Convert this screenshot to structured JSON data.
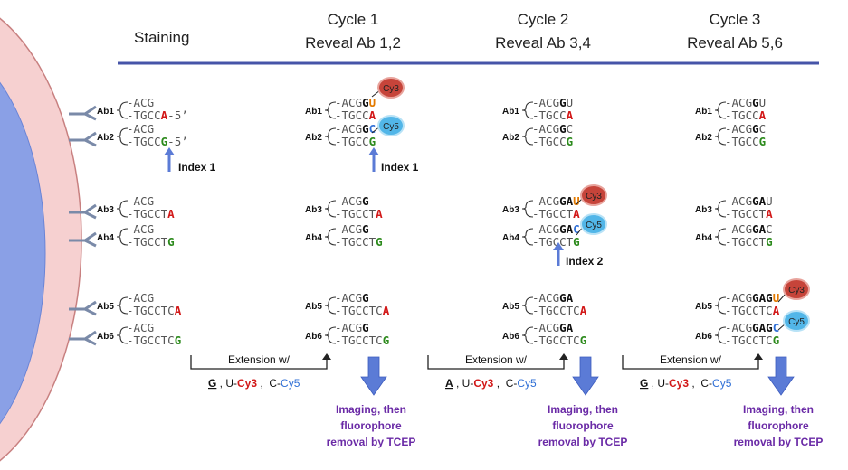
{
  "colors": {
    "header_line": "#4654a8",
    "cell_outer": "#f6d0d0",
    "cell_outer_stroke": "#c88080",
    "nucleus": "#8aa0e6",
    "nucleus_stroke": "#6a84d6",
    "antibody": "#7a8aa8",
    "red": "#d21818",
    "green": "#2c8a1c",
    "orange": "#e37a00",
    "blue": "#2f6fd6",
    "grey": "#555555",
    "black": "#111111",
    "arrow": "#5b7bd6",
    "cy3": "#c6443a",
    "cy5": "#52b6e8",
    "purple": "#6a2aa6"
  },
  "headers": {
    "staining": "Staining",
    "cycle1": "Cycle 1",
    "cycle1_sub": "Reveal Ab 1,2",
    "cycle2": "Cycle 2",
    "cycle2_sub": "Reveal Ab 3,4",
    "cycle3": "Cycle 3",
    "cycle3_sub": "Reveal Ab 5,6"
  },
  "ab_labels": [
    "Ab1",
    "Ab2",
    "Ab3",
    "Ab4",
    "Ab5",
    "Ab6"
  ],
  "columns": [
    {
      "name": "staining",
      "entries": [
        {
          "ab": "Ab1",
          "top": [
            [
              "-ACG",
              "grey"
            ]
          ],
          "bottom": [
            [
              "-TGCC",
              "grey"
            ],
            [
              "A",
              "red"
            ],
            [
              "-5’",
              "grey"
            ]
          ]
        },
        {
          "ab": "Ab2",
          "top": [
            [
              "-ACG",
              "grey"
            ]
          ],
          "bottom": [
            [
              "-TGC",
              "grey"
            ],
            [
              "C",
              "grey"
            ],
            [
              "G",
              "green"
            ],
            [
              "-5’",
              "grey"
            ]
          ]
        },
        {
          "ab": "Ab3",
          "top": [
            [
              "-ACG",
              "grey"
            ]
          ],
          "bottom": [
            [
              "-TGCCT",
              "grey"
            ],
            [
              "A",
              "red"
            ]
          ]
        },
        {
          "ab": "Ab4",
          "top": [
            [
              "-ACG",
              "grey"
            ]
          ],
          "bottom": [
            [
              "-TGCCT",
              "grey"
            ],
            [
              "G",
              "green"
            ]
          ]
        },
        {
          "ab": "Ab5",
          "top": [
            [
              "-ACG",
              "grey"
            ]
          ],
          "bottom": [
            [
              "-TGCCTC",
              "grey"
            ],
            [
              "A",
              "red"
            ]
          ]
        },
        {
          "ab": "Ab6",
          "top": [
            [
              "-ACG",
              "grey"
            ]
          ],
          "bottom": [
            [
              "-TGCCTC",
              "grey"
            ],
            [
              "G",
              "green"
            ]
          ]
        }
      ]
    },
    {
      "name": "cycle1",
      "entries": [
        {
          "ab": "Ab1",
          "top": [
            [
              "-ACG",
              "grey"
            ],
            [
              "G",
              "black"
            ],
            [
              "U",
              "orange"
            ]
          ],
          "bottom": [
            [
              "-TGCC",
              "grey"
            ],
            [
              "A",
              "red"
            ]
          ]
        },
        {
          "ab": "Ab2",
          "top": [
            [
              "-ACG",
              "grey"
            ],
            [
              "G",
              "black"
            ],
            [
              "C",
              "blue"
            ]
          ],
          "bottom": [
            [
              "-TGCC",
              "grey"
            ],
            [
              "G",
              "green"
            ]
          ]
        },
        {
          "ab": "Ab3",
          "top": [
            [
              "-ACG",
              "grey"
            ],
            [
              "G",
              "black"
            ]
          ],
          "bottom": [
            [
              "-TGCCT",
              "grey"
            ],
            [
              "A",
              "red"
            ]
          ]
        },
        {
          "ab": "Ab4",
          "top": [
            [
              "-ACG",
              "grey"
            ],
            [
              "G",
              "black"
            ]
          ],
          "bottom": [
            [
              "-TGCCT",
              "grey"
            ],
            [
              "G",
              "green"
            ]
          ]
        },
        {
          "ab": "Ab5",
          "top": [
            [
              "-ACG",
              "grey"
            ],
            [
              "G",
              "black"
            ]
          ],
          "bottom": [
            [
              "-TGCCTC",
              "grey"
            ],
            [
              "A",
              "red"
            ]
          ]
        },
        {
          "ab": "Ab6",
          "top": [
            [
              "-ACG",
              "grey"
            ],
            [
              "G",
              "black"
            ]
          ],
          "bottom": [
            [
              "-TGCCTC",
              "grey"
            ],
            [
              "G",
              "green"
            ]
          ]
        }
      ]
    },
    {
      "name": "cycle2",
      "entries": [
        {
          "ab": "Ab1",
          "top": [
            [
              "-ACG",
              "grey"
            ],
            [
              "G",
              "black"
            ],
            [
              "U",
              "grey"
            ]
          ],
          "bottom": [
            [
              "-TGCC",
              "grey"
            ],
            [
              "A",
              "red"
            ]
          ]
        },
        {
          "ab": "Ab2",
          "top": [
            [
              "-ACG",
              "grey"
            ],
            [
              "G",
              "black"
            ],
            [
              "C",
              "grey"
            ]
          ],
          "bottom": [
            [
              "-TGCC",
              "grey"
            ],
            [
              "G",
              "green"
            ]
          ]
        },
        {
          "ab": "Ab3",
          "top": [
            [
              "-ACG",
              "grey"
            ],
            [
              "GA",
              "black"
            ],
            [
              "U",
              "orange"
            ]
          ],
          "bottom": [
            [
              "-TGCCT",
              "grey"
            ],
            [
              "A",
              "red"
            ]
          ]
        },
        {
          "ab": "Ab4",
          "top": [
            [
              "-ACG",
              "grey"
            ],
            [
              "GA",
              "black"
            ],
            [
              "C",
              "blue"
            ]
          ],
          "bottom": [
            [
              "-TGCCT",
              "grey"
            ],
            [
              "G",
              "green"
            ]
          ]
        },
        {
          "ab": "Ab5",
          "top": [
            [
              "-ACG",
              "grey"
            ],
            [
              "GA",
              "black"
            ]
          ],
          "bottom": [
            [
              "-TGCCTC",
              "grey"
            ],
            [
              "A",
              "red"
            ]
          ]
        },
        {
          "ab": "Ab6",
          "top": [
            [
              "-ACG",
              "grey"
            ],
            [
              "GA",
              "black"
            ]
          ],
          "bottom": [
            [
              "-TGCCTC",
              "grey"
            ],
            [
              "G",
              "green"
            ]
          ]
        }
      ]
    },
    {
      "name": "cycle3",
      "entries": [
        {
          "ab": "Ab1",
          "top": [
            [
              "-ACG",
              "grey"
            ],
            [
              "G",
              "black"
            ],
            [
              "U",
              "grey"
            ]
          ],
          "bottom": [
            [
              "-TGCC",
              "grey"
            ],
            [
              "A",
              "red"
            ]
          ]
        },
        {
          "ab": "Ab2",
          "top": [
            [
              "-ACG",
              "grey"
            ],
            [
              "G",
              "black"
            ],
            [
              "C",
              "grey"
            ]
          ],
          "bottom": [
            [
              "-TGCC",
              "grey"
            ],
            [
              "G",
              "green"
            ]
          ]
        },
        {
          "ab": "Ab3",
          "top": [
            [
              "-ACG",
              "grey"
            ],
            [
              "GA",
              "black"
            ],
            [
              "U",
              "grey"
            ]
          ],
          "bottom": [
            [
              "-TGCCT",
              "grey"
            ],
            [
              "A",
              "red"
            ]
          ]
        },
        {
          "ab": "Ab4",
          "top": [
            [
              "-ACG",
              "grey"
            ],
            [
              "GA",
              "black"
            ],
            [
              "C",
              "grey"
            ]
          ],
          "bottom": [
            [
              "-TGCCT",
              "grey"
            ],
            [
              "G",
              "green"
            ]
          ]
        },
        {
          "ab": "Ab5",
          "top": [
            [
              "-ACG",
              "grey"
            ],
            [
              "GAG",
              "black"
            ],
            [
              "U",
              "orange"
            ]
          ],
          "bottom": [
            [
              "-TGCCTC",
              "grey"
            ],
            [
              "A",
              "red"
            ]
          ]
        },
        {
          "ab": "Ab6",
          "top": [
            [
              "-ACG",
              "grey"
            ],
            [
              "GAG",
              "black"
            ],
            [
              "C",
              "blue"
            ]
          ],
          "bottom": [
            [
              "-TGCCTC",
              "grey"
            ],
            [
              "G",
              "green"
            ]
          ]
        }
      ]
    }
  ],
  "dyes": {
    "cy3": "Cy3",
    "cy5": "Cy5"
  },
  "index1": "Index 1",
  "index2": "Index 2",
  "extensions": [
    {
      "label": "Extension w/",
      "base": "G",
      "u_prefix": "U-",
      "u_dye": "Cy3",
      "c_prefix": "C-",
      "c_dye": "Cy5"
    },
    {
      "label": "Extension w/",
      "base": "A",
      "u_prefix": "U-",
      "u_dye": "Cy3",
      "c_prefix": "C-",
      "c_dye": "Cy5"
    },
    {
      "label": "Extension w/",
      "base": "G",
      "u_prefix": "U-",
      "u_dye": "Cy3",
      "c_prefix": "C-",
      "c_dye": "Cy5"
    }
  ],
  "imaging": [
    "Imaging, then",
    "fluorophore",
    "removal by TCEP"
  ]
}
